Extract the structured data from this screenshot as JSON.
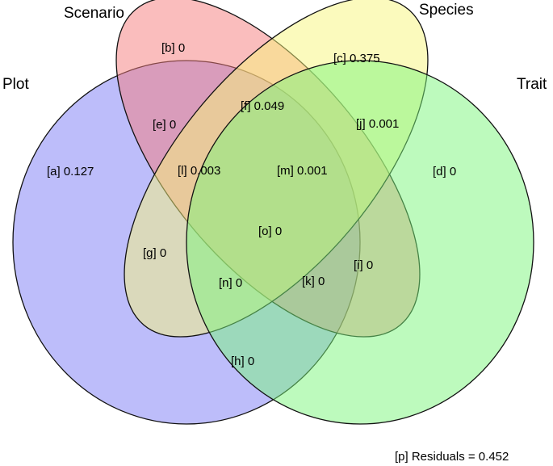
{
  "sets": [
    {
      "key": "plot",
      "label": "Plot",
      "color": "#7b7bf5"
    },
    {
      "key": "scenario",
      "label": "Scenario",
      "color": "#f57b7b"
    },
    {
      "key": "species",
      "label": "Species",
      "color": "#f8f57b"
    },
    {
      "key": "trait",
      "label": "Trait",
      "color": "#7bf57b"
    }
  ],
  "regions": [
    {
      "id": "a",
      "text": "[a] 0.127"
    },
    {
      "id": "b",
      "text": "[b] 0"
    },
    {
      "id": "c",
      "text": "[c] 0.375"
    },
    {
      "id": "d",
      "text": "[d] 0"
    },
    {
      "id": "e",
      "text": "[e] 0"
    },
    {
      "id": "f",
      "text": "[f] 0.049"
    },
    {
      "id": "g",
      "text": "[g] 0"
    },
    {
      "id": "h",
      "text": "[h] 0"
    },
    {
      "id": "i",
      "text": "[i] 0"
    },
    {
      "id": "j",
      "text": "[j] 0.001"
    },
    {
      "id": "k",
      "text": "[k] 0"
    },
    {
      "id": "l",
      "text": "[l] 0.003"
    },
    {
      "id": "m",
      "text": "[m] 0.001"
    },
    {
      "id": "n",
      "text": "[n] 0"
    },
    {
      "id": "o",
      "text": "[o] 0"
    }
  ],
  "residuals": "[p] Residuals = 0.452"
}
